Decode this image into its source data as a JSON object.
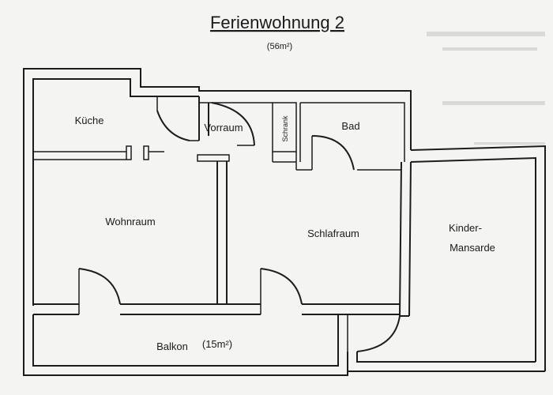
{
  "plan": {
    "title": "Ferienwohnung 2",
    "area": "(56m²)",
    "rooms": {
      "kueche": "Küche",
      "vorraum": "Vorraum",
      "schrank": "Schrank",
      "bad": "Bad",
      "wohnraum": "Wohnraum",
      "schlafraum": "Schlafraum",
      "kinder_line1": "Kinder-",
      "kinder_line2": "Mansarde",
      "balkon": "Balkon",
      "balkon_area": "(15m²)"
    }
  }
}
